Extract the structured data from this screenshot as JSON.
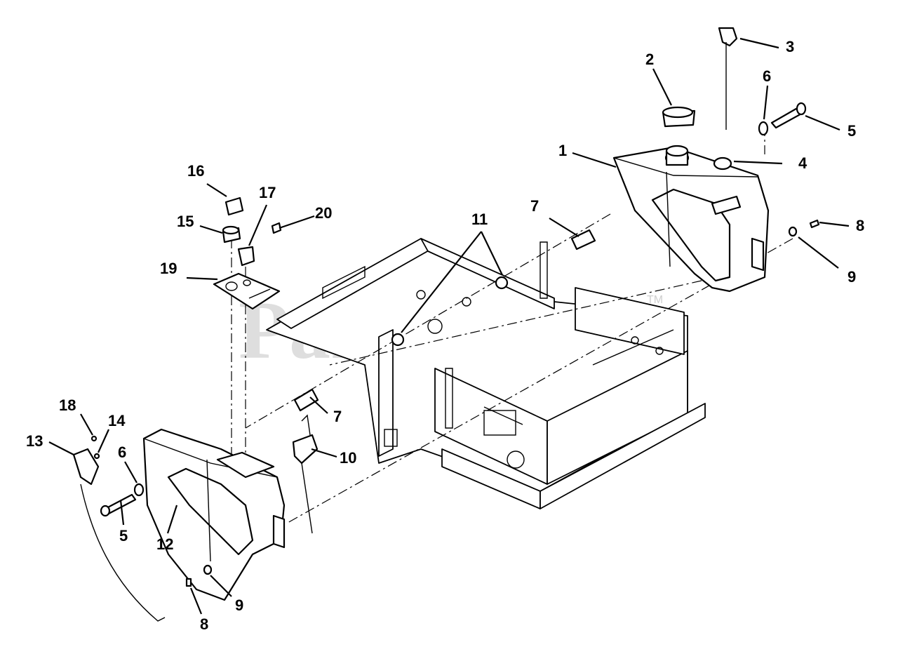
{
  "watermark": {
    "text": "PartsTree",
    "trademark": "TM"
  },
  "callouts": {
    "c1": "1",
    "c2": "2",
    "c3": "3",
    "c4": "4",
    "c5a": "5",
    "c5b": "5",
    "c6a": "6",
    "c6b": "6",
    "c7a": "7",
    "c7b": "7",
    "c8a": "8",
    "c8b": "8",
    "c9a": "9",
    "c9b": "9",
    "c10": "10",
    "c11": "11",
    "c12": "12",
    "c13": "13",
    "c14": "14",
    "c15": "15",
    "c16": "16",
    "c17": "17",
    "c18": "18",
    "c19": "19",
    "c20": "20"
  }
}
